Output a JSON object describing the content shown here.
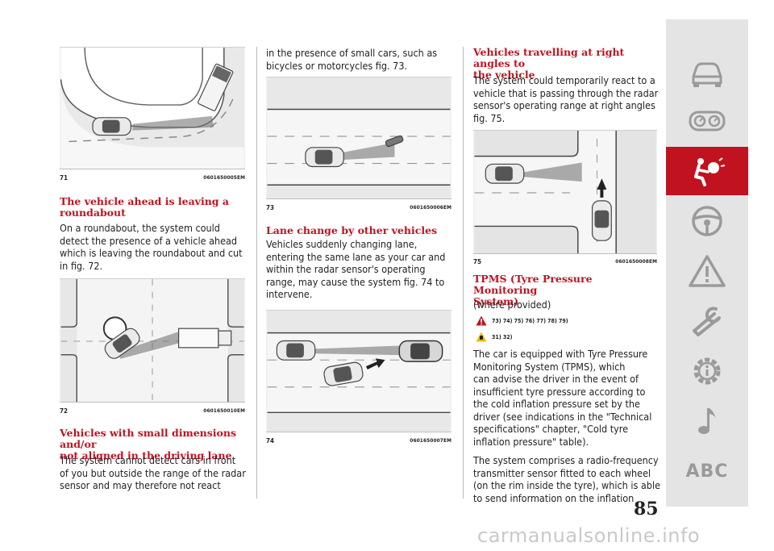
{
  "col1": {
    "fig71": {
      "num": "71",
      "code": "0601650005EM"
    },
    "h_roundabout": [
      "The vehicle ahead is leaving a",
      "roundabout"
    ],
    "p_roundabout": [
      "On a roundabout, the system could",
      "detect the presence of a vehicle ahead",
      "which is leaving the roundabout and cut",
      "in fig. 72."
    ],
    "fig72": {
      "num": "72",
      "code": "0601650010EM"
    },
    "h_small": [
      "Vehicles with small dimensions and/or",
      "not aligned in the driving lane"
    ],
    "p_small": [
      "The system cannot detect cars in front",
      "of you but outside the range of the radar",
      "sensor and may therefore not react"
    ]
  },
  "col2": {
    "p_cont": [
      "in the presence of small cars, such as",
      "bicycles or motorcycles fig. 73."
    ],
    "fig73": {
      "num": "73",
      "code": "0601650006EM"
    },
    "h_lane": "Lane change by other vehicles",
    "p_lane": [
      "Vehicles suddenly changing lane,",
      "entering the same lane as your car and",
      "within the radar sensor's operating",
      "range, may cause the system fig. 74 to",
      "intervene."
    ],
    "fig74": {
      "num": "74",
      "code": "0601650007EM"
    }
  },
  "col3": {
    "h_angles": [
      "Vehicles travelling at right angles to",
      "the vehicle"
    ],
    "p_angles": [
      "The system could temporarily react to a",
      "vehicle that is passing through the radar",
      "sensor's operating range at right angles",
      "fig. 75."
    ],
    "fig75": {
      "num": "75",
      "code": "0601650008EM"
    },
    "h_tpms": [
      "TPMS (Tyre Pressure Monitoring",
      "System)"
    ],
    "where": "(where provided)",
    "warn_refs": "73) 74) 75) 76) 77) 78) 79)",
    "caution_refs": "31) 32)",
    "p_tpms1": [
      "The car is equipped with Tyre Pressure",
      "Monitoring System (TPMS), which",
      "can advise the driver in the event of",
      "insufficient tyre pressure according to",
      "the cold inflation pressure set by the",
      "driver (see indications in the \"Technical",
      "specifications\" chapter, \"Cold tyre",
      "inflation pressure\" table)."
    ],
    "p_tpms2": [
      "The system comprises a radio-frequency",
      "transmitter sensor fitted to each wheel",
      "(on the rim inside the tyre), which is able",
      "to send information on the inflation"
    ]
  },
  "page_number": "85",
  "sidebar": {
    "icons": [
      "car-icon",
      "gauges-icon",
      "airbag-safety-icon",
      "steering-wheel-icon",
      "warning-triangle-icon",
      "wrench-icon",
      "settings-info-icon",
      "music-note-icon"
    ],
    "abc": "ABC",
    "active_color": "#c1121f"
  },
  "watermark": "carmanualsonline.info",
  "colors": {
    "heading": "#c1121f",
    "text": "#222222",
    "sidebar_bg": "#e4e4e4"
  }
}
